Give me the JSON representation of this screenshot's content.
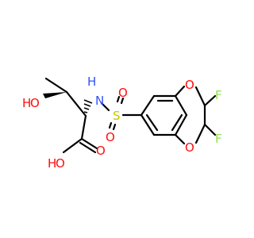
{
  "molecule": {
    "atoms": {
      "hydroxyl_h": "H",
      "hydroxyl_o": "O",
      "amine_n": "N",
      "amine_h": "H",
      "sulfur": "S",
      "sulfonyl_o_top": "O",
      "sulfonyl_o_bottom": "O",
      "ring_o_top": "O",
      "ring_o_bottom": "O",
      "fluorine_top": "F",
      "fluorine_bottom": "F",
      "carbonyl_o": "O",
      "acid_o": "O",
      "acid_h": "H"
    },
    "colors": {
      "carbon": "#000000",
      "oxygen": "#ff0d0d",
      "nitrogen": "#3050f8",
      "sulfur": "#c6c600",
      "fluorine": "#90e050"
    }
  }
}
